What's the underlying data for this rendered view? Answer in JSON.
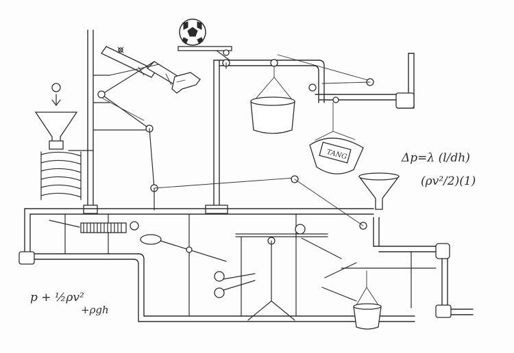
{
  "annotations": {
    "formula_right_line1": "Δp=λ (l/dh)",
    "formula_right_line2": "(ρv²/2)(1)",
    "formula_left_line1": "p + ½ρv²",
    "formula_left_line2": "+ρgh",
    "bucket_label": "TANG"
  }
}
